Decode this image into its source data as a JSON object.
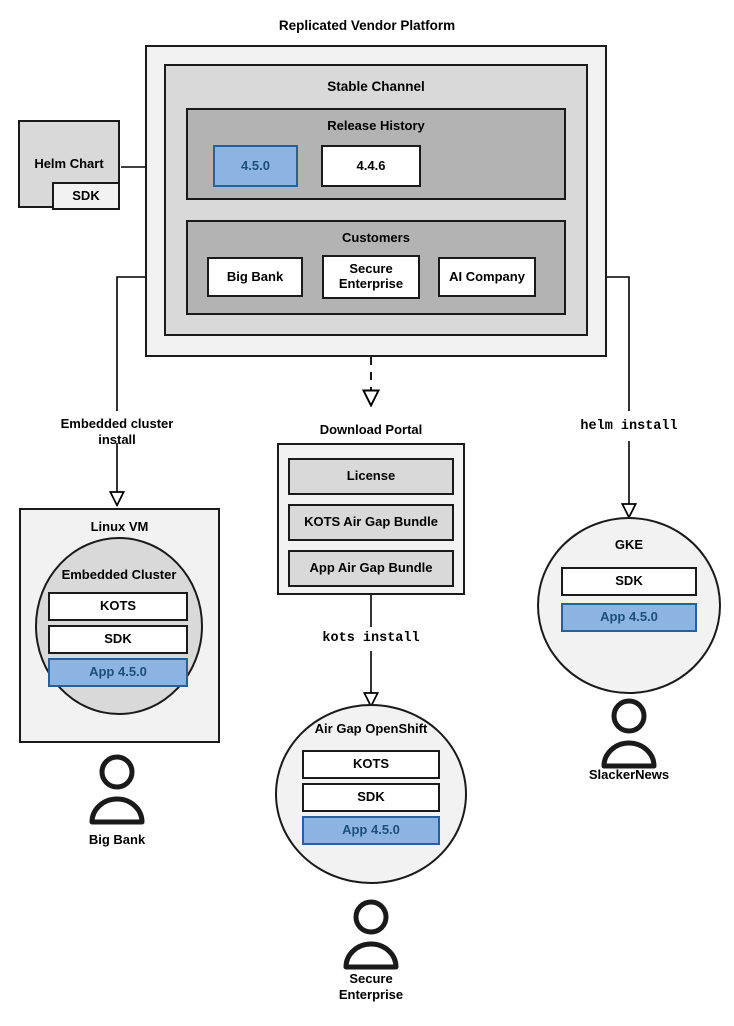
{
  "diagram": {
    "title": "Replicated Vendor Platform",
    "colors": {
      "accent_blue_fill": "#8cb4e2",
      "accent_blue_border": "#2a6099",
      "accent_blue_text": "#1f4e79",
      "gray_outer": "#f2f2f2",
      "gray_mid": "#d9d9d9",
      "gray_inner": "#b3b3b3",
      "stroke": "#1a1a1a"
    }
  },
  "platform": {
    "title": "Replicated Vendor Platform",
    "channel": {
      "title": "Stable Channel",
      "release_history": {
        "title": "Release History",
        "releases": [
          {
            "version": "4.5.0",
            "highlighted": true
          },
          {
            "version": "4.4.6",
            "highlighted": false
          }
        ]
      },
      "customers": {
        "title": "Customers",
        "items": [
          {
            "name": "Big Bank"
          },
          {
            "name": "Secure\nEnterprise"
          },
          {
            "name": "AI Company"
          }
        ]
      }
    }
  },
  "helm_chart": {
    "title": "Helm Chart",
    "sdk_label": "SDK"
  },
  "connectors": {
    "embedded_cluster_install": "Embedded cluster\ninstall",
    "helm_install": "helm install",
    "kots_install": "kots install"
  },
  "download_portal": {
    "title": "Download Portal",
    "artifacts": [
      "License",
      "KOTS Air Gap Bundle",
      "App Air Gap Bundle"
    ]
  },
  "targets": {
    "linux_vm": {
      "title": "Linux VM",
      "cluster_title": "Embedded Cluster",
      "components": [
        {
          "label": "KOTS",
          "highlighted": false
        },
        {
          "label": "SDK",
          "highlighted": false
        },
        {
          "label": "App 4.5.0",
          "highlighted": true
        }
      ],
      "user": "Big Bank"
    },
    "airgap_openshift": {
      "title": "Air Gap OpenShift",
      "components": [
        {
          "label": "KOTS",
          "highlighted": false
        },
        {
          "label": "SDK",
          "highlighted": false
        },
        {
          "label": "App 4.5.0",
          "highlighted": true
        }
      ],
      "user": "Secure\nEnterprise"
    },
    "gke": {
      "title": "GKE",
      "components": [
        {
          "label": "SDK",
          "highlighted": false
        },
        {
          "label": "App 4.5.0",
          "highlighted": true
        }
      ],
      "user": "SlackerNews"
    }
  }
}
